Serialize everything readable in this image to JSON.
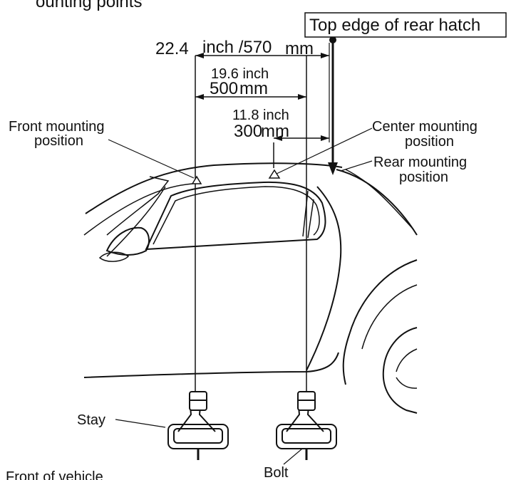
{
  "header": {
    "partial_title": "ounting points"
  },
  "callouts": {
    "top_edge": "Top edge of rear hatch",
    "front_line1": "Front mounting",
    "front_line2": "position",
    "center_line1": "Center mounting",
    "center_line2": "position",
    "rear_line1": "Rear mounting",
    "rear_line2": "position",
    "stay": "Stay",
    "bolt": "Bolt",
    "front_of_vehicle": "Front of vehicle"
  },
  "dimensions": {
    "d570_inch_num": "22.4",
    "d570_inch_unit": "inch /570",
    "d570_mm_unit": "mm",
    "d500_inch": "19.6 inch",
    "d500_mm_num": "500",
    "d500_mm_unit": "mm",
    "d300_inch": "11.8 inch",
    "d300_mm_num": "300",
    "d300_mm_unit": "mm"
  }
}
